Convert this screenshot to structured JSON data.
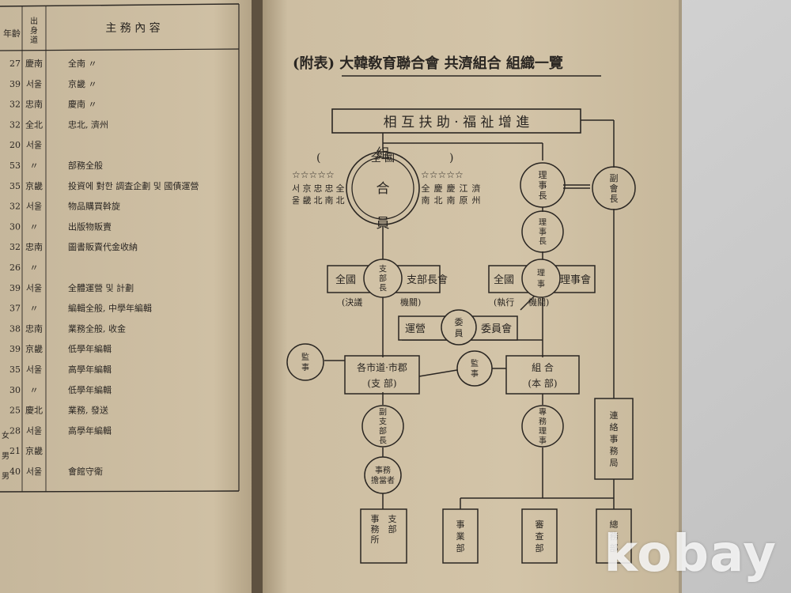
{
  "left_page": {
    "headers": {
      "age": "年齡",
      "origin": "出身道",
      "duty": "主 務 內 容"
    },
    "rows": [
      {
        "age": "27",
        "origin": "慶南",
        "duty": "全南 〃"
      },
      {
        "age": "39",
        "origin": "서울",
        "duty": "京畿 〃"
      },
      {
        "age": "32",
        "origin": "忠南",
        "duty": "慶南 〃"
      },
      {
        "age": "32",
        "origin": "全北",
        "duty": "忠北, 濟州"
      },
      {
        "age": "20",
        "origin": "서울",
        "duty": ""
      },
      {
        "age": "53",
        "origin": "〃",
        "duty": "部務全般"
      },
      {
        "age": "35",
        "origin": "京畿",
        "duty": "投資에 對한 調査企劃 및 國債運營"
      },
      {
        "age": "32",
        "origin": "서울",
        "duty": "物品購買斡旋"
      },
      {
        "age": "30",
        "origin": "〃",
        "duty": "出版物販賣"
      },
      {
        "age": "32",
        "origin": "忠南",
        "duty": "圖書販賣代金收納"
      },
      {
        "age": "26",
        "origin": "〃",
        "duty": ""
      },
      {
        "age": "39",
        "origin": "서울",
        "duty": "全體運營 및 計劃"
      },
      {
        "age": "37",
        "origin": "〃",
        "duty": "編輯全般, 中學年編輯"
      },
      {
        "age": "38",
        "origin": "忠南",
        "duty": "業務全般, 收金"
      },
      {
        "age": "39",
        "origin": "京畿",
        "duty": "低學年編輯"
      },
      {
        "age": "35",
        "origin": "서울",
        "duty": "高學年編輯"
      },
      {
        "age": "30",
        "origin": "〃",
        "duty": "低學年編輯"
      },
      {
        "age": "25",
        "origin": "慶北",
        "duty": "業務, 發送"
      },
      {
        "age": "28",
        "origin": "서울",
        "duty": "高學年編輯"
      },
      {
        "age": "21",
        "origin": "京畿",
        "duty": ""
      },
      {
        "age": "40",
        "origin": "서울",
        "duty": "會館守衛"
      }
    ],
    "sex_marks": [
      "女",
      "男",
      "男"
    ]
  },
  "right_page": {
    "title": "(附表) 大韓敎育聯合會 共濟組合 組織一覽",
    "chart": {
      "top": "相 互 扶 助 · 福 祉 增 進",
      "national_open": "(",
      "national": "全 國",
      "national_close": ")",
      "left_regions": [
        "서울",
        "京畿",
        "忠北",
        "忠南",
        "全北"
      ],
      "right_regions": [
        "全南",
        "慶北",
        "慶南",
        "江原",
        "濟州"
      ],
      "members": "組 合 員",
      "chairman": "理事長",
      "vice_chairman": "副會長",
      "director_cmt": "理事長",
      "branch_head": "支部長",
      "branch_left": "全國",
      "branch_right": "支部長會",
      "decision_open": "(決議",
      "decision_close": "機關)",
      "director": "理事",
      "board_left": "全國",
      "board_right": "理事會",
      "exec_open": "(執行",
      "exec_close": "機關)",
      "committee": "委員",
      "committee_left": "運營",
      "committee_right": "委員會",
      "auditor_left": "監事",
      "regional": "各市道·市郡",
      "regional_sub": "(支  部)",
      "auditor_mid": "監事",
      "hq": "組  合",
      "hq_sub": "(本  部)",
      "deputy": "副支部長",
      "secretary_a": "事務",
      "secretary_b": "擔當者",
      "branch_office_a": "支部",
      "branch_office_b": "事務所",
      "managing": "專務理事",
      "liaison": "連絡事務局",
      "dept1": "事業部",
      "dept2": "審查部",
      "dept3": "總務部"
    }
  },
  "watermark": "kobay"
}
